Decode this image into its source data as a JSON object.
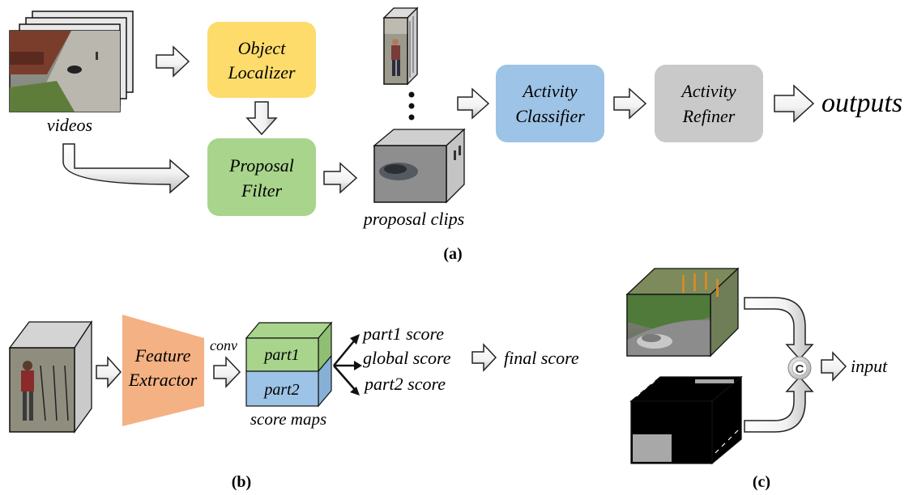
{
  "panel_a": {
    "caption": "(a)",
    "videos_label": "videos",
    "object_localizer": [
      "Object",
      "Localizer"
    ],
    "proposal_filter": [
      "Proposal",
      "Filter"
    ],
    "proposal_clips_label": "proposal clips",
    "activity_classifier": [
      "Activity",
      "Classifier"
    ],
    "activity_refiner": [
      "Activity",
      "Refiner"
    ],
    "outputs_label": "outputs"
  },
  "panel_b": {
    "caption": "(b)",
    "feature_extractor": [
      "Feature",
      "Extractor"
    ],
    "conv_label": "conv",
    "part1_label": "part1",
    "part2_label": "part2",
    "score_maps_label": "score maps",
    "part1_score": "part1 score",
    "global_score": "global score",
    "part2_score": "part2 score",
    "final_score": "final score"
  },
  "panel_c": {
    "caption": "(c)",
    "concat_symbol": "C",
    "input_label": "input"
  },
  "colors": {
    "object_localizer": "#fddc6c",
    "proposal_filter": "#a8d48c",
    "activity_classifier": "#9dc3e6",
    "activity_refiner": "#c9c9c9",
    "feature_extractor": "#f4b183",
    "part1": "#a8d48c",
    "part2": "#9dc3e6"
  }
}
